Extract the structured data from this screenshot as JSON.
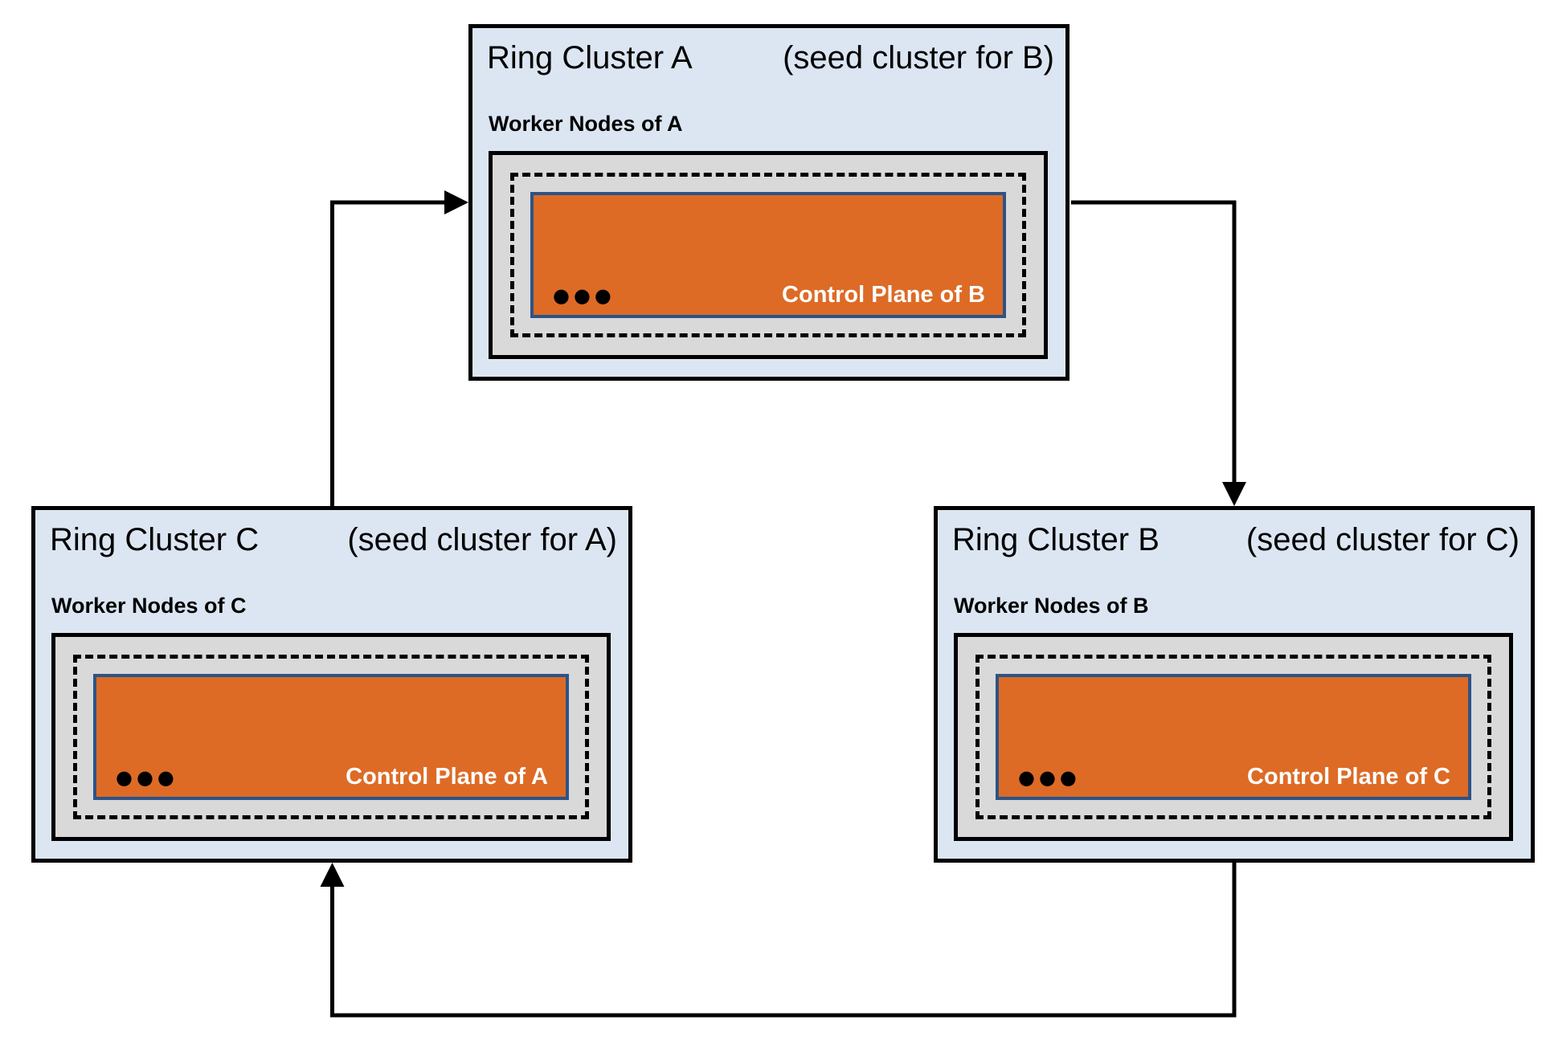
{
  "diagram": {
    "clusters": [
      {
        "id": "A",
        "title": "Ring Cluster A",
        "subtitle": "(seed cluster for B)",
        "worker_label": "Worker Nodes of A",
        "control_plane_label": "Control Plane of B",
        "ellipsis": "●●●"
      },
      {
        "id": "C",
        "title": "Ring Cluster C",
        "subtitle": "(seed cluster for A)",
        "worker_label": "Worker Nodes of C",
        "control_plane_label": "Control Plane of A",
        "ellipsis": "●●●"
      },
      {
        "id": "B",
        "title": "Ring Cluster B",
        "subtitle": "(seed cluster for C)",
        "worker_label": "Worker Nodes of B",
        "control_plane_label": "Control Plane of C",
        "ellipsis": "●●●"
      }
    ],
    "edges": [
      {
        "from": "Ring Cluster C",
        "to": "Ring Cluster A",
        "meaning": "C hosts control plane of A / seeds A"
      },
      {
        "from": "Ring Cluster A",
        "to": "Ring Cluster B",
        "meaning": "A hosts control plane of B / seeds B"
      },
      {
        "from": "Ring Cluster B",
        "to": "Ring Cluster C",
        "meaning": "B hosts control plane of C / seeds C"
      }
    ],
    "colors": {
      "cluster_fill": "#dce6f2",
      "cluster_border": "#000000",
      "worker_fill": "#d9d9d9",
      "dashed_border": "#000000",
      "control_fill": "#dd6b26",
      "control_border": "#2d5386",
      "control_text": "#ffffff",
      "arrow": "#000000"
    }
  }
}
